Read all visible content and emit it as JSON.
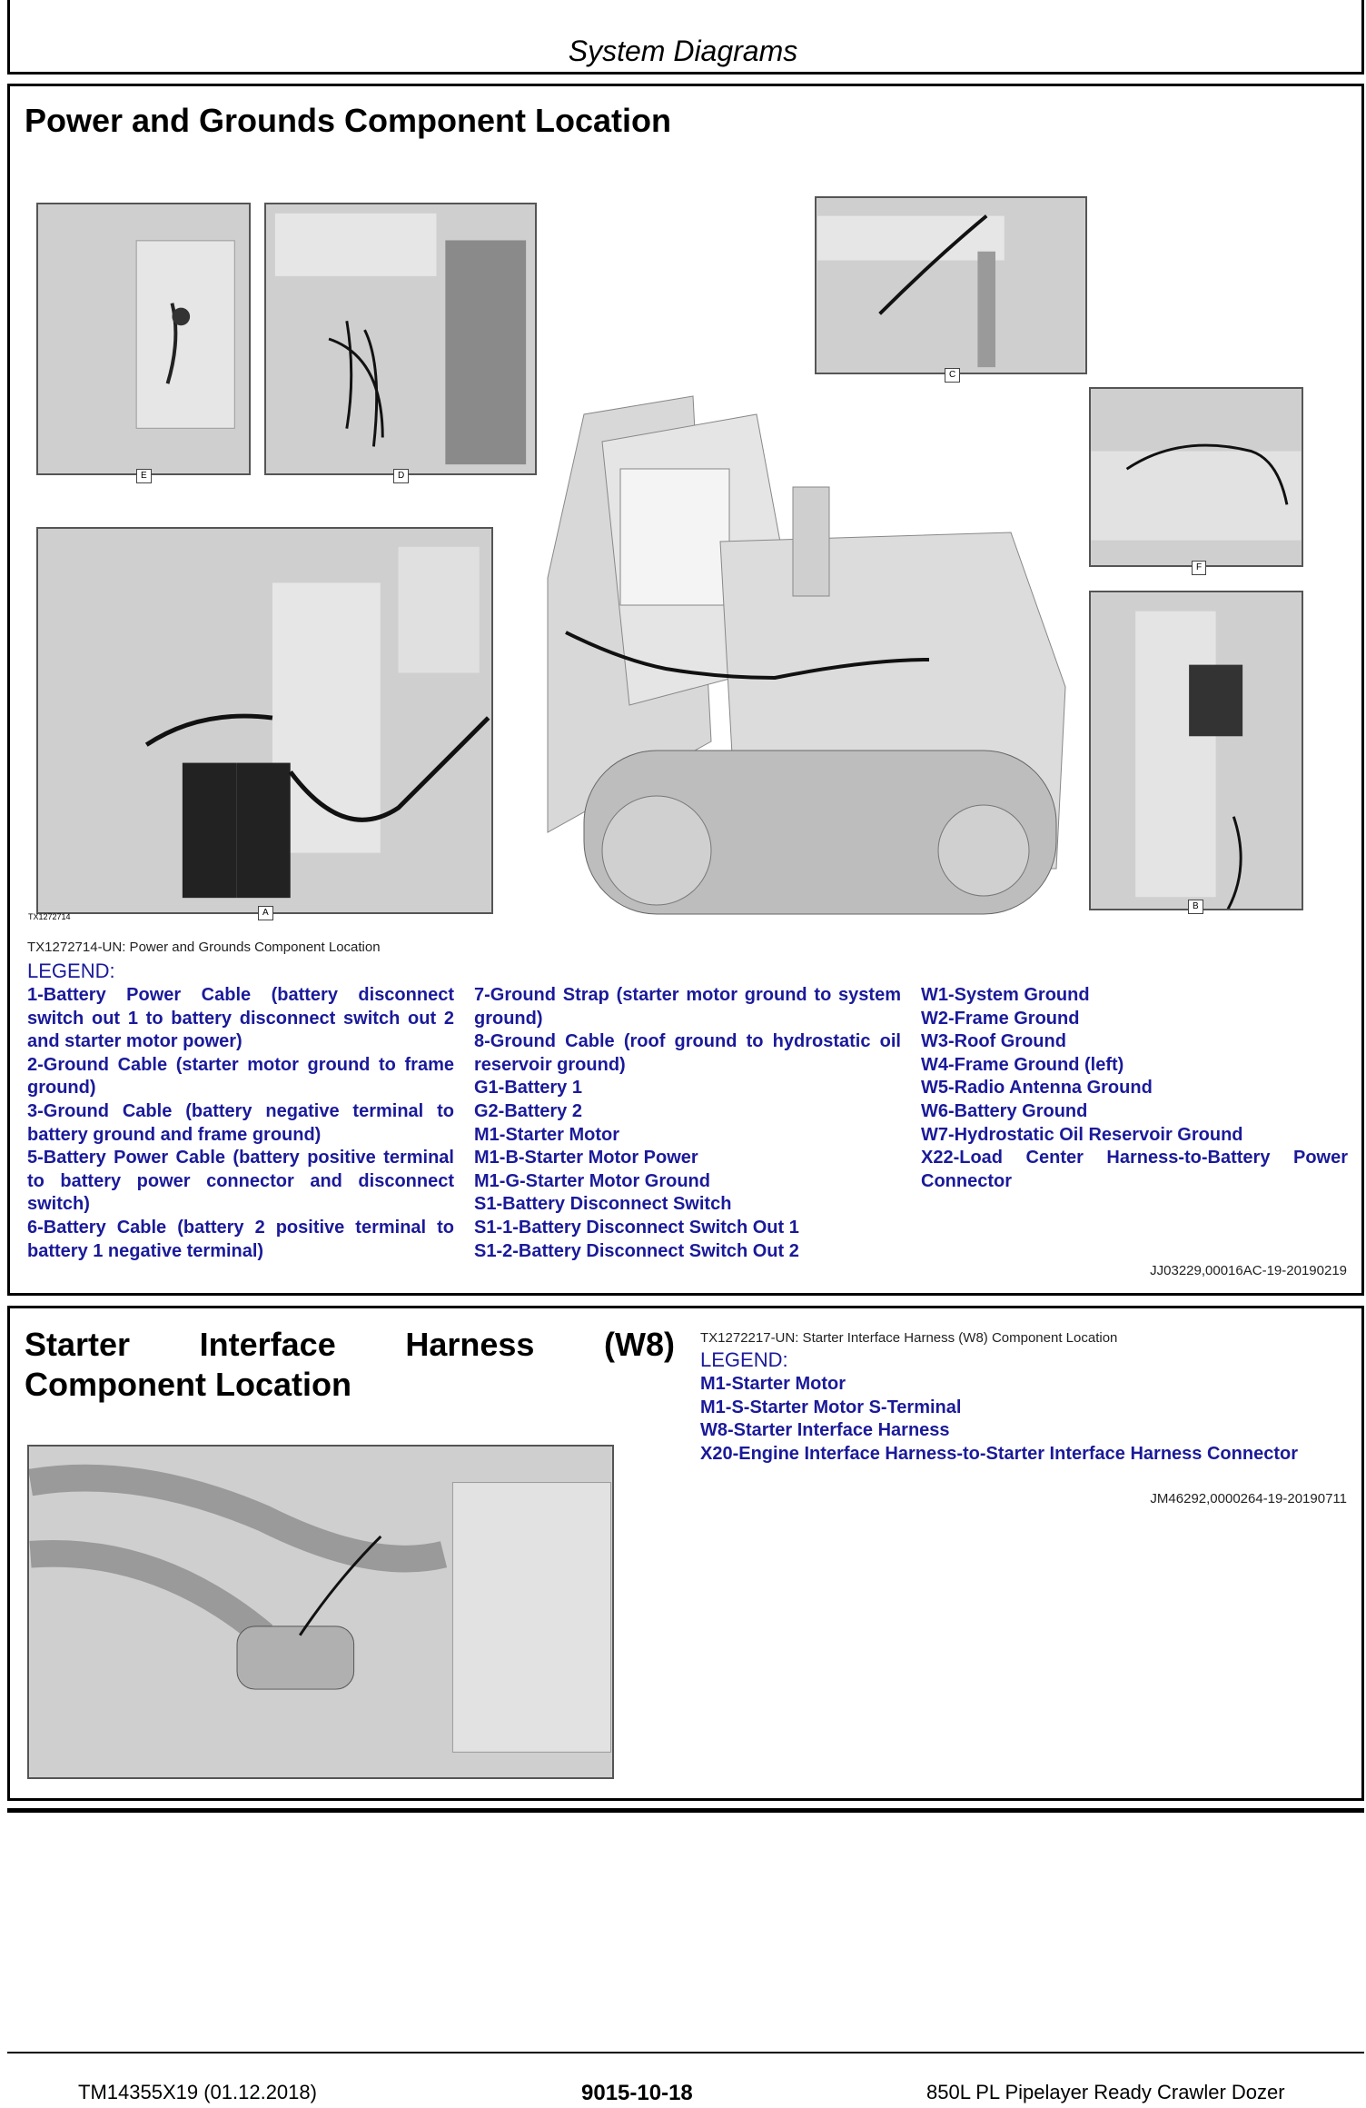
{
  "header": {
    "title": "System Diagrams"
  },
  "section1": {
    "title": "Power and Grounds Component Location",
    "figure_id": "TX1272714",
    "image_tabs": [
      "E",
      "D",
      "C",
      "F",
      "A",
      "B"
    ],
    "caption": "TX1272714-UN: Power and Grounds Component Location",
    "legend_heading": "LEGEND:",
    "legend_col1": [
      "1-Battery Power Cable (battery disconnect switch out 1 to battery disconnect switch out 2 and starter motor power)",
      "2-Ground Cable (starter motor ground to frame ground)",
      "3-Ground Cable (battery negative terminal to battery ground and frame ground)",
      "5-Battery Power Cable (battery positive terminal to battery power connector and disconnect switch)",
      "6-Battery Cable (battery 2 positive terminal to battery 1 negative terminal)"
    ],
    "legend_col2": [
      "7-Ground Strap (starter motor ground to system ground)",
      "8-Ground Cable (roof ground to hydrostatic oil reservoir ground)",
      "G1-Battery 1",
      "G2-Battery 2",
      "M1-Starter Motor",
      "M1-B-Starter Motor Power",
      "M1-G-Starter Motor Ground",
      "S1-Battery Disconnect Switch",
      "S1-1-Battery Disconnect Switch Out 1",
      "S1-2-Battery Disconnect Switch Out 2"
    ],
    "legend_col3": [
      "W1-System Ground",
      "W2-Frame Ground",
      "W3-Roof Ground",
      "W4-Frame Ground (left)",
      "W5-Radio Antenna Ground",
      "W6-Battery Ground",
      "W7-Hydrostatic Oil Reservoir Ground",
      "X22-Load Center Harness-to-Battery Power Connector"
    ],
    "ref": "JJ03229,00016AC-19-20190219"
  },
  "section2": {
    "title": "Starter Interface Harness (W8) Component Location",
    "caption": "TX1272217-UN: Starter Interface Harness (W8) Component Location",
    "legend_heading": "LEGEND:",
    "legend": [
      "M1-Starter Motor",
      "M1-S-Starter Motor S-Terminal",
      "W8-Starter Interface Harness",
      "X20-Engine Interface Harness-to-Starter Interface Harness Connector"
    ],
    "ref": "JM46292,0000264-19-20190711"
  },
  "footer": {
    "left": "TM14355X19 (01.12.2018)",
    "center": "9015-10-18",
    "right": "850L PL Pipelayer Ready Crawler Dozer"
  }
}
